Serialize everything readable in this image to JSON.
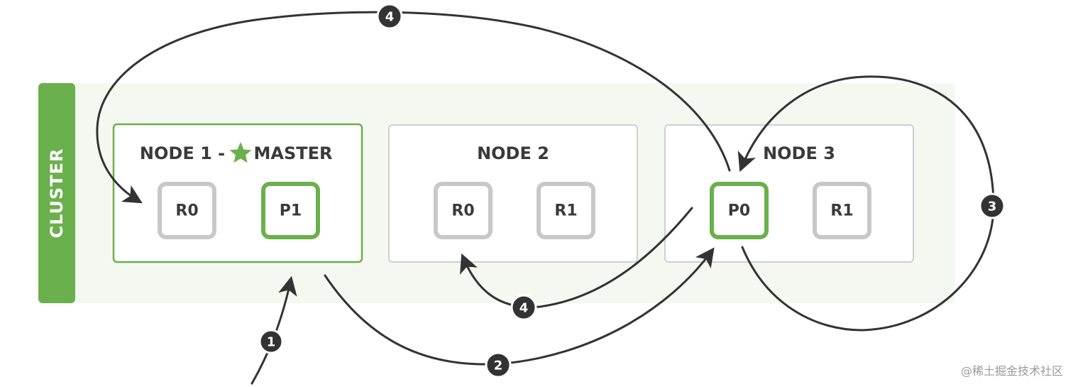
{
  "cluster": {
    "label": "CLUSTER"
  },
  "nodes": [
    {
      "title": "NODE 1 -",
      "master_label": "MASTER",
      "shards": [
        {
          "label": "R0",
          "kind": "replica"
        },
        {
          "label": "P1",
          "kind": "primary"
        }
      ]
    },
    {
      "title": "NODE 2",
      "shards": [
        {
          "label": "R0",
          "kind": "replica"
        },
        {
          "label": "R1",
          "kind": "replica"
        }
      ]
    },
    {
      "title": "NODE 3",
      "shards": [
        {
          "label": "P0",
          "kind": "primary"
        },
        {
          "label": "R1",
          "kind": "replica"
        }
      ]
    }
  ],
  "steps": {
    "one": "1",
    "two": "2",
    "three": "3",
    "four_top": "4",
    "four_bottom": "4"
  },
  "icons": {
    "master": "star-icon"
  },
  "colors": {
    "accent_green": "#6ab04c",
    "shard_grey": "#c8c8c8",
    "node_border_grey": "#cfcfcf",
    "cluster_bg": "#f5f8f1",
    "arrow": "#333333",
    "badge": "#333333",
    "text_dark": "#3a3a3a"
  },
  "watermark": "@稀土掘金技术社区"
}
